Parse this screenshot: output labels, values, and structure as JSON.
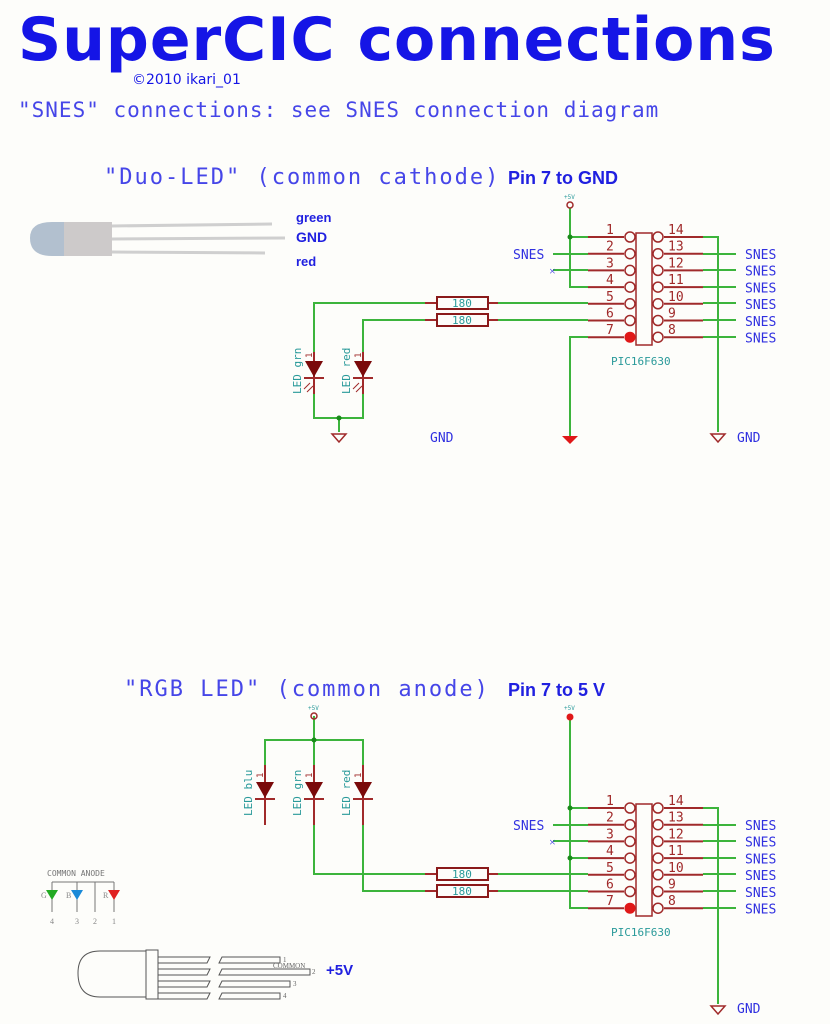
{
  "header": {
    "title": "SuperCIC connections",
    "copyright": "©2010 ikari_01",
    "subtitle": "\"SNES\" connections: see SNES connection diagram"
  },
  "colors": {
    "title_blue": "#1515e6",
    "wire_green": "#3cb43c",
    "component_red": "#a02a2a",
    "label_teal": "#2a9a9a",
    "pin7_dot": "#e01818",
    "background": "#fdfdfa"
  },
  "duo_led": {
    "section_title": "\"Duo-LED\" (common cathode)",
    "pin_note": "Pin 7 to GND",
    "photo_labels": [
      "green",
      "GND",
      "red"
    ],
    "supply_label": "+5V",
    "leds": [
      {
        "label": "LED grn",
        "pin": "1"
      },
      {
        "label": "LED red",
        "pin": "1"
      }
    ],
    "resistors": [
      "180",
      "180"
    ],
    "gnd_label_left": "GND",
    "gnd_label_right": "GND"
  },
  "rgb_led": {
    "section_title": "\"RGB LED\" (common anode)",
    "pin_note": "Pin 7 to 5 V",
    "supply_label": "+5V",
    "leds": [
      {
        "label": "LED blu",
        "pin": "1"
      },
      {
        "label": "LED grn",
        "pin": "1"
      },
      {
        "label": "LED red",
        "pin": "1"
      }
    ],
    "resistors": [
      "180",
      "180"
    ],
    "gnd_label_right": "GND",
    "pinout_title": "COMMON ANODE",
    "pinout_letters": [
      "G",
      "B",
      "R"
    ],
    "pinout_numbers": [
      "4",
      "3",
      "2",
      "1"
    ],
    "package_pin_labels": [
      "1",
      "2",
      "3",
      "4"
    ],
    "package_common_label": "COMMON",
    "package_supply_label": "+5V"
  },
  "chip": {
    "name": "PIC16F630",
    "left_pins": [
      "1",
      "2",
      "3",
      "4",
      "5",
      "6",
      "7"
    ],
    "right_pins": [
      "14",
      "13",
      "12",
      "11",
      "10",
      "9",
      "8"
    ],
    "left_net_labels": {
      "pin2": "SNES",
      "pin3": "no-connect"
    },
    "right_net_labels": [
      "SNES",
      "SNES",
      "SNES",
      "SNES",
      "SNES",
      "SNES"
    ]
  }
}
